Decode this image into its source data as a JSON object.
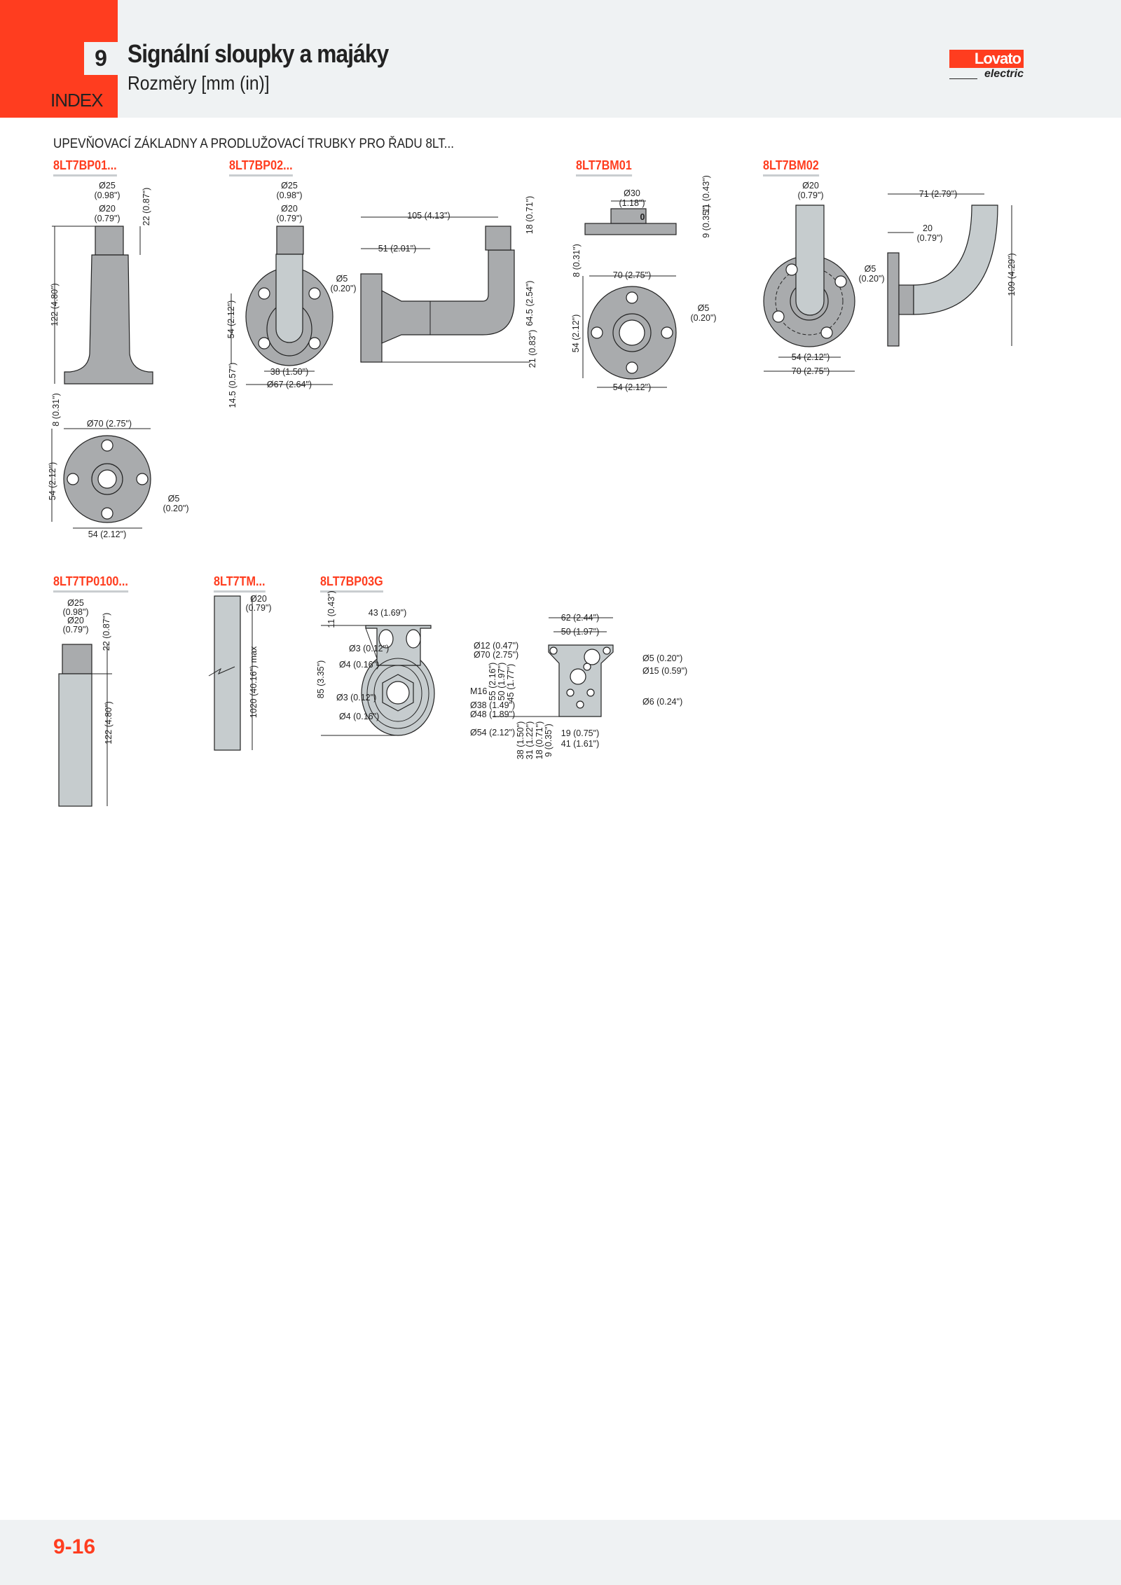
{
  "header": {
    "chapter": "9",
    "title": "Signální sloupky a majáky",
    "subtitle": "Rozměry [mm (in)]",
    "index_label": "INDEX",
    "logo": {
      "name": "Lovato",
      "sub": "electric"
    }
  },
  "section_title": "UPEVŇOVACÍ ZÁKLADNY A PRODLUŽOVACÍ TRUBKY PRO ŘADU 8LT...",
  "products": {
    "bp01": {
      "code": "8LT7BP01...",
      "dims": [
        "Ø25",
        "(0.98\")",
        "Ø20",
        "(0.79\")",
        "22 (0.87\")",
        "122 (4.80\")",
        "8 (0.31\")",
        "Ø70 (2.75\")",
        "54 (2.12\")",
        "Ø5",
        "(0.20\")",
        "54 (2.12\")"
      ]
    },
    "bp02": {
      "code": "8LT7BP02...",
      "dims": [
        "Ø25",
        "(0.98\")",
        "Ø20",
        "(0.79\")",
        "Ø5",
        "(0.20\")",
        "54 (2.12\")",
        "38 (1.50\")",
        "Ø67 (2.64\")",
        "14.5 (0.57\")",
        "105 (4.13\")",
        "51 (2.01\")",
        "18 (0.71\")",
        "64.5 (2.54\")",
        "21 (0.83\")"
      ]
    },
    "bm01": {
      "code": "8LT7BM01",
      "dims": [
        "Ø30",
        "(1.18\")",
        "0",
        "11 (0.43\")",
        "9 (0.35\")",
        "8 (0.31\")",
        "70 (2.75\")",
        "54 (2.12\")",
        "Ø5",
        "(0.20\")",
        "54 (2.12\")"
      ]
    },
    "bm02": {
      "code": "8LT7BM02",
      "dims": [
        "Ø20",
        "(0.79\")",
        "Ø5",
        "(0.20\")",
        "54 (2.12\")",
        "70 (2.75\")",
        "71 (2.79\")",
        "20",
        "(0.79\")",
        "109 (4.29\")"
      ]
    },
    "tp0100": {
      "code": "8LT7TP0100...",
      "dims": [
        "Ø25",
        "(0.98\")",
        "Ø20",
        "(0.79\")",
        "22 (0.87\")",
        "122 (4.80\")"
      ]
    },
    "tm": {
      "code": "8LT7TM...",
      "dims": [
        "Ø20",
        "(0.79\")",
        "1020 (40.16\") max"
      ]
    },
    "bp03g": {
      "code": "8LT7BP03G",
      "dims": [
        "11 (0.43\")",
        "43 (1.69\")",
        "Ø12 (0.47\")",
        "Ø70 (2.75\")",
        "Ø3 (0.12\")",
        "Ø4 (0.16\")",
        "85 (3.35\")",
        "M16",
        "Ø3 (0.12\")",
        "Ø38 (1.49\")",
        "Ø4 (0.16\")",
        "Ø48 (1.89\")",
        "Ø54 (2.12\")",
        "62 (2.44\")",
        "50 (1.97\")",
        "Ø5 (0.20\")",
        "Ø15 (0.59\")",
        "Ø6 (0.24\")",
        "55 (2.16\")",
        "50 (1.97\")",
        "45 (1.77\")",
        "38 (1.50\")",
        "31 (1.22\")",
        "18 (0.71\")",
        "9 (0.35\")",
        "19 (0.75\")",
        "41 (1.61\")"
      ]
    }
  },
  "footer": {
    "page": "9-16"
  }
}
